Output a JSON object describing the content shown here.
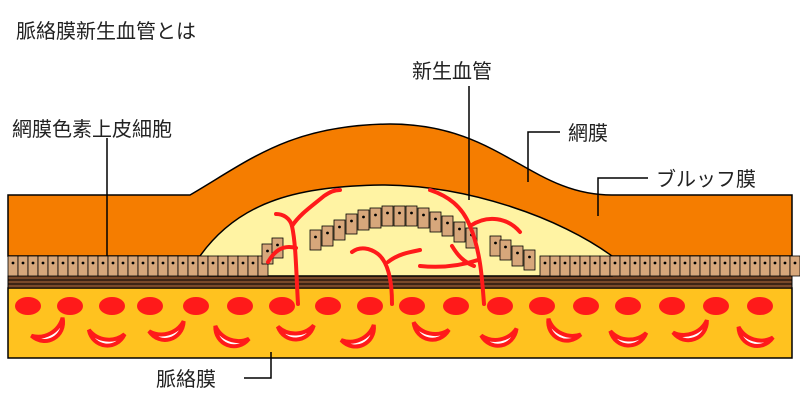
{
  "title": "脈絡膜新生血管とは",
  "labels": {
    "new_vessels": "新生血管",
    "rpe": "網膜色素上皮細胞",
    "retina": "網膜",
    "bruch": "ブルッフ膜",
    "choroid": "脈絡膜"
  },
  "colors": {
    "retina": "#f57d00",
    "bulge": "#fff3a3",
    "rpe_cell": "#d7a77b",
    "bruch": "#7a4a2a",
    "choroid": "#ffc21f",
    "vessel": "#ff1a1a",
    "outline": "#000000"
  }
}
